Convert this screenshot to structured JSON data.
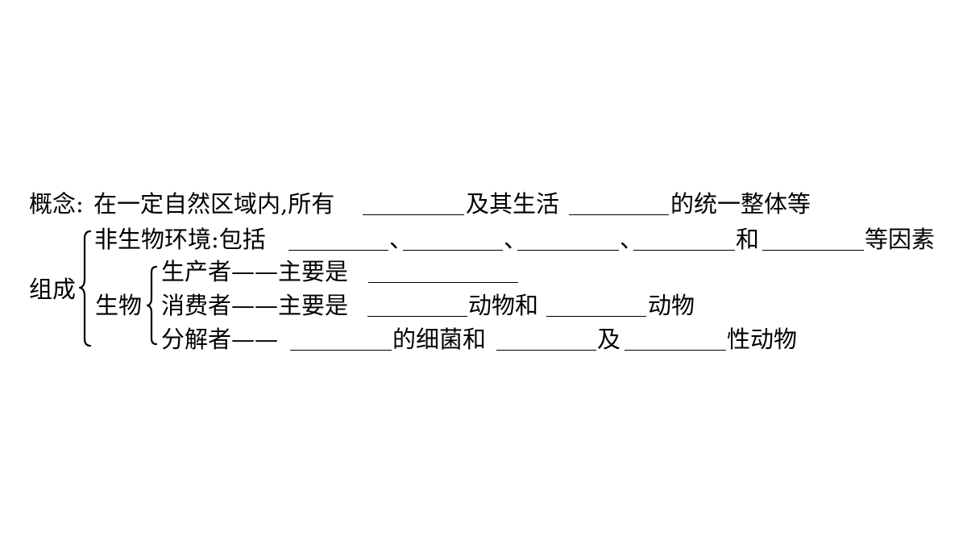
{
  "concept": {
    "label": "概念:",
    "text1": "在一定自然区域内,所有",
    "text2": "及其生活",
    "text3": "的统一整体等"
  },
  "composition": {
    "label": "组成",
    "abiotic": {
      "label": "非生物环境:包括",
      "sep": "、",
      "and": "和",
      "tail": "等因素"
    },
    "biotic": {
      "label": "生物",
      "producer": {
        "label": "生产者——主要是"
      },
      "consumer": {
        "label": "消费者——主要是",
        "mid": "动物和",
        "tail": "动物"
      },
      "decomposer": {
        "label": "分解者——",
        "mid1": "的细菌和",
        "mid2": "及",
        "tail": "性动物"
      }
    }
  }
}
